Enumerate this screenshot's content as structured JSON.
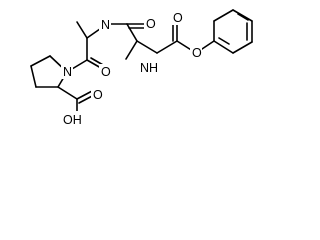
{
  "structure": {
    "atoms": {
      "ring_n": "N",
      "amide_n": "N",
      "carbamate_nh": "NH",
      "amide_o": "O",
      "proline_co_o": "O",
      "carbamate_o_carbonyl": "O",
      "carbamate_o_ester": "O",
      "acid_oh": "OH",
      "acid_o": "O"
    }
  }
}
